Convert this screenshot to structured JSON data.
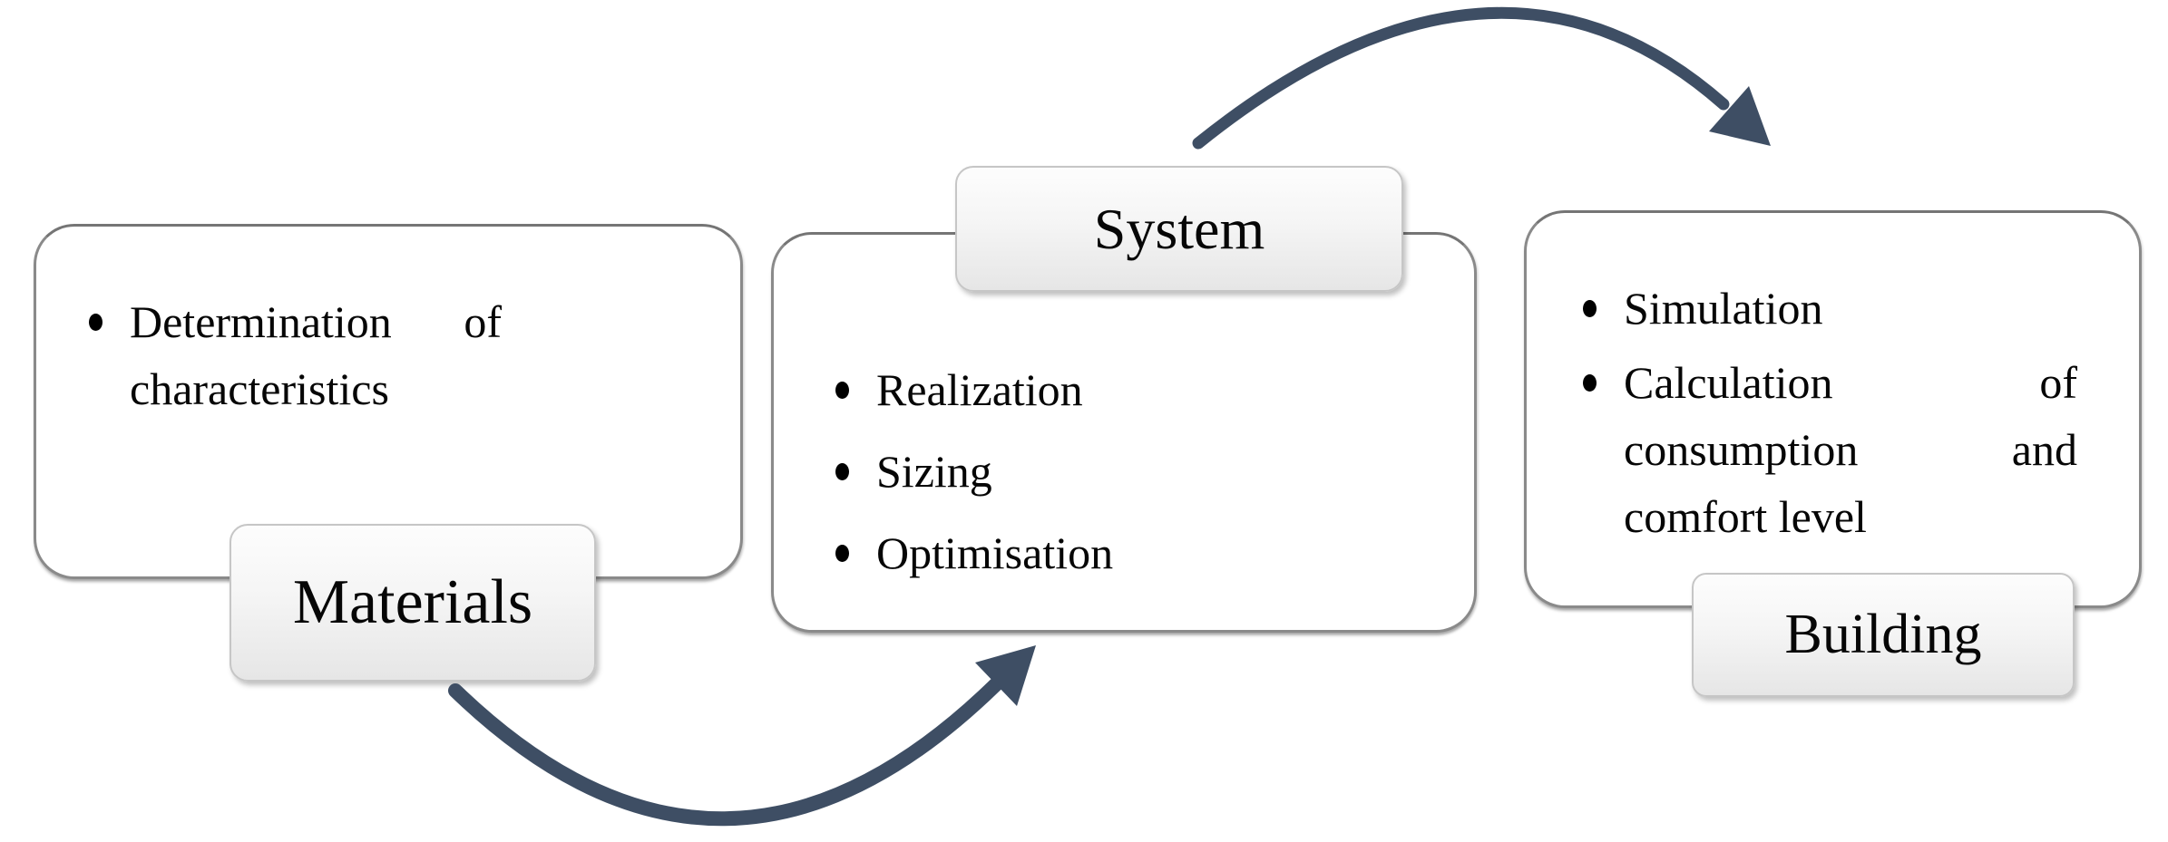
{
  "figure": {
    "type": "process-flow-diagram",
    "background": "#ffffff",
    "stages": [
      {
        "id": "materials",
        "label": "Materials",
        "label_position": "bottom",
        "bullets": [
          "Determination of characteristics"
        ]
      },
      {
        "id": "system",
        "label": "System",
        "label_position": "top",
        "bullets": [
          "Realization",
          "Sizing",
          "Optimisation"
        ]
      },
      {
        "id": "building",
        "label": "Building",
        "label_position": "bottom",
        "bullets": [
          "Simulation",
          "Calculation of consumption and comfort level"
        ]
      }
    ],
    "arrows": [
      {
        "from": "materials",
        "to": "system",
        "shape": "curved-up-right"
      },
      {
        "from": "system",
        "to": "building",
        "shape": "curved-down-right"
      }
    ],
    "colors": {
      "arrow": "#3e4e64",
      "box_border": "#8a8a8a",
      "box_fill": "#ffffff",
      "label_border": "#c6c6c6",
      "label_fill_top": "#fdfdfd",
      "label_fill_bottom": "#e6e6e6",
      "text": "#060606"
    }
  }
}
